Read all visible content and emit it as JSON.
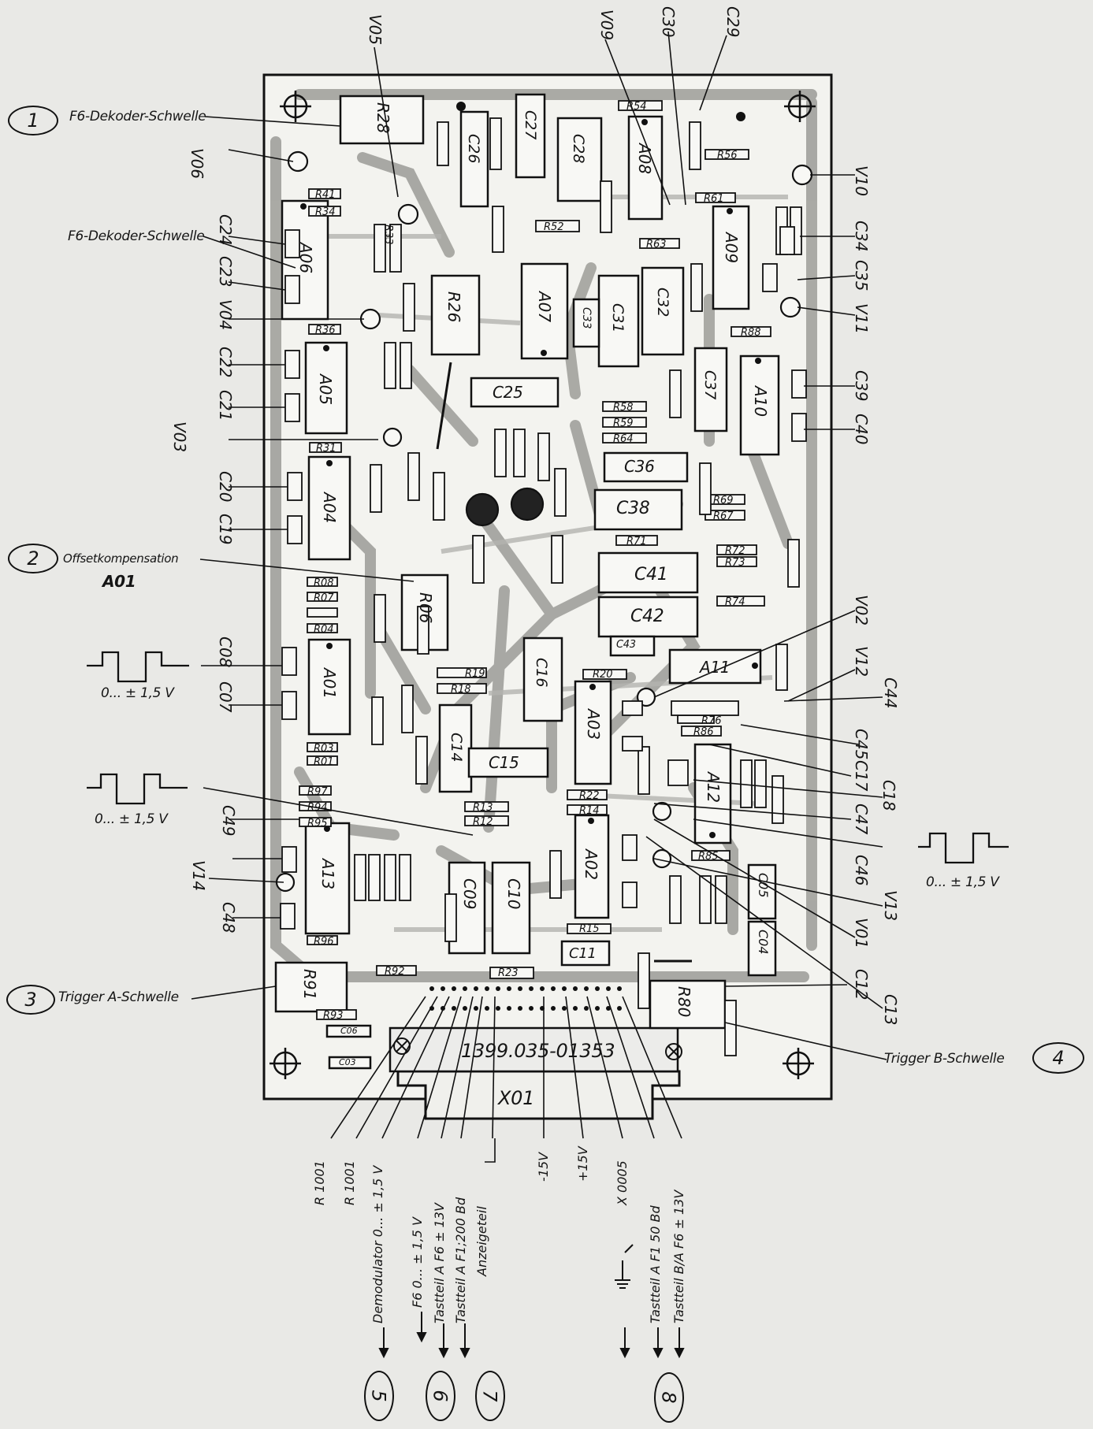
{
  "board": {
    "part_number": "1399.035-01353",
    "connector": "X01"
  },
  "callouts": [
    {
      "num": "1",
      "text": "F6-Dekoder-Schwelle"
    },
    {
      "num": "2",
      "text": "Offsetkompensation"
    },
    {
      "num": "3",
      "text": "Trigger A-Schwelle"
    },
    {
      "num": "4",
      "text": "Trigger B-Schwelle"
    }
  ],
  "left_labels": {
    "f6_dekoder_2": "F6-Dekoder-Schwelle",
    "a01": "A01",
    "wave1": "0... ± 1,5 V",
    "wave2": "0... ± 1,5 V",
    "wave3": "0... ± 1,5 V"
  },
  "vertical_labels": {
    "left": [
      "V06",
      "C24",
      "C23",
      "V04",
      "C22",
      "C21",
      "V03",
      "C20",
      "C19",
      "C08",
      "C07",
      "C49",
      "V14",
      "C48"
    ],
    "top": [
      "V05",
      "V09",
      "C30",
      "C29"
    ],
    "right": [
      "V10",
      "C34",
      "C35",
      "V11",
      "C39",
      "C40",
      "V02",
      "V12",
      "C44",
      "C45",
      "C17",
      "C18",
      "C47",
      "C46",
      "V13",
      "V01",
      "C12",
      "C13"
    ]
  },
  "connector_pins": [
    "R 1001",
    "R 1001",
    "Demodulator 0... ± 1,5 V",
    "F6 0... ± 1,5 V",
    "Tastteil A F6 ± 13V",
    "Tastteil A F1;200 Bd",
    "Anzeigeteil",
    "-15V",
    "+15V",
    "X 0005",
    "Tastteil A F1 50 Bd",
    "Tastteil B/A F6 ± 13V"
  ],
  "bottom_groups": [
    "5",
    "6",
    "7",
    "8"
  ],
  "components": {
    "ics": [
      "A06",
      "A05",
      "A04",
      "A01",
      "A13",
      "A07",
      "A08",
      "A09",
      "A10",
      "A03",
      "A02",
      "A11",
      "A12"
    ],
    "capacitors": [
      "C26",
      "C27",
      "C28",
      "C25",
      "C31",
      "C32",
      "C33",
      "C37",
      "C36",
      "C38",
      "C41",
      "C42",
      "C43",
      "C16",
      "C14",
      "C15",
      "C09",
      "C10",
      "C11",
      "C05",
      "C04",
      "C06",
      "C03"
    ],
    "resistors": [
      "R28",
      "R26",
      "R06",
      "R91",
      "R80",
      "R23",
      "R92",
      "R93",
      "R20",
      "R19",
      "R18",
      "R22",
      "R14",
      "R13",
      "R12",
      "R15",
      "R85",
      "R86",
      "R76",
      "R74",
      "R73",
      "R72",
      "R71",
      "R69",
      "R67",
      "R56",
      "R54",
      "R52",
      "R61",
      "R63",
      "R88",
      "R58",
      "R59",
      "R64",
      "R96",
      "R97",
      "R94",
      "R95",
      "R03",
      "R01",
      "R08",
      "R07",
      "R04",
      "R41",
      "R31",
      "R36",
      "R33",
      "R34"
    ]
  }
}
